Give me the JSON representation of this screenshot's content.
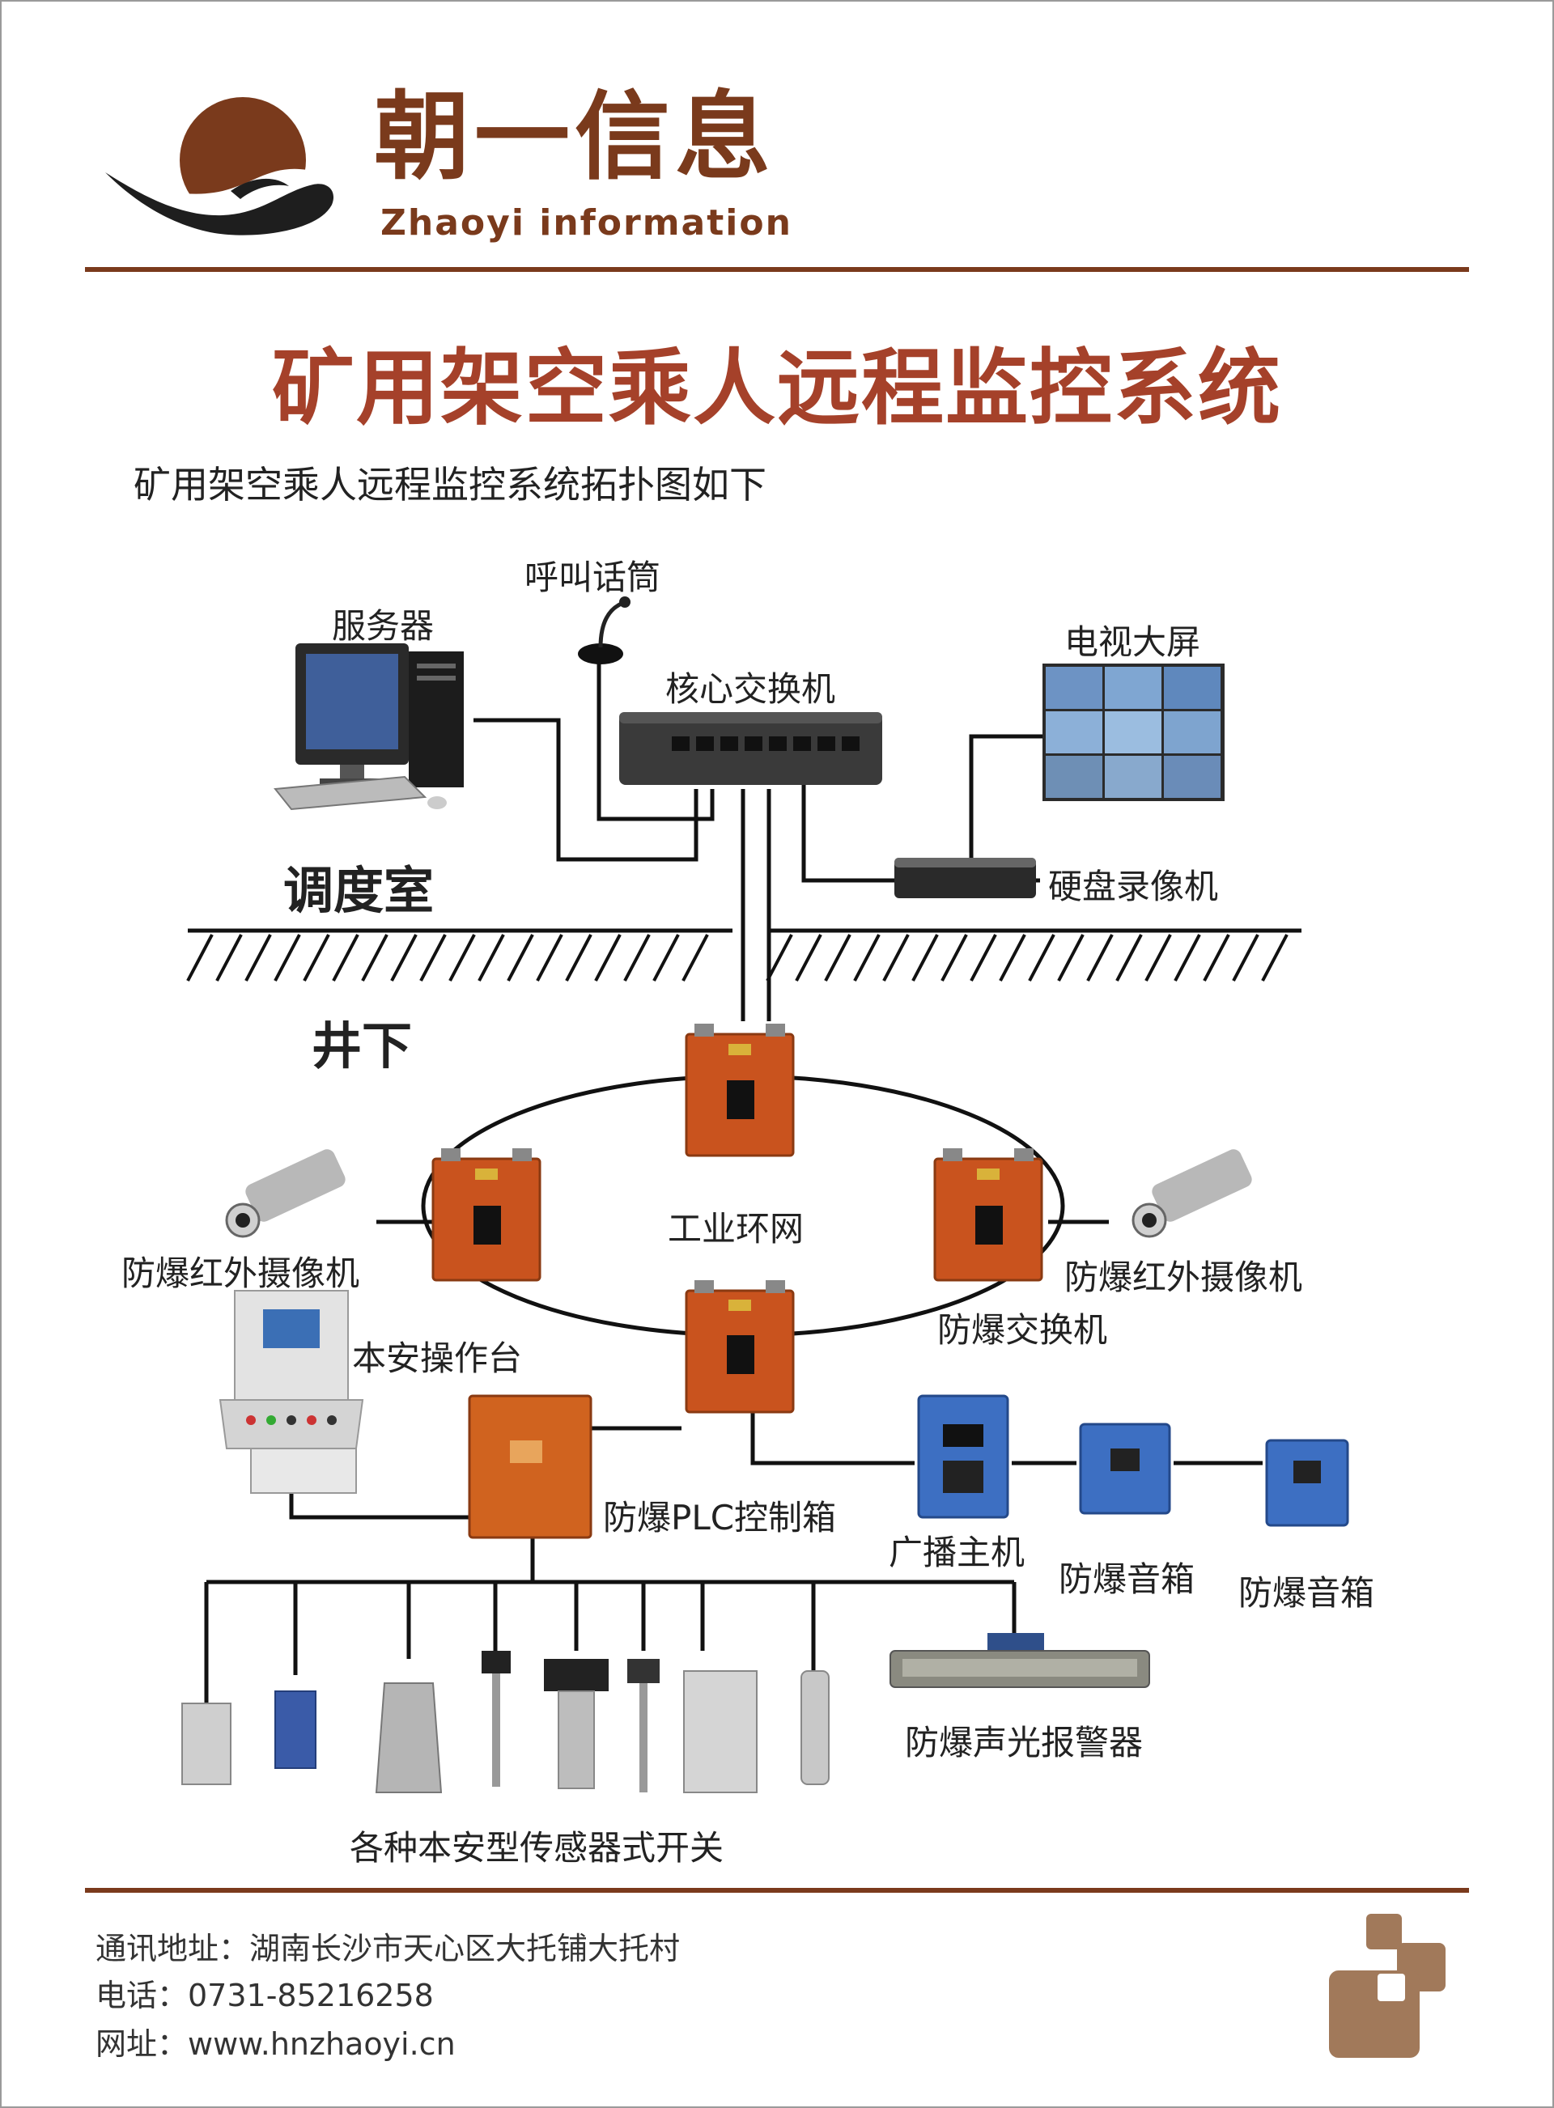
{
  "brand": {
    "name_cn": "朝一信息",
    "name_en": "Zhaoyi information"
  },
  "title": "矿用架空乘人远程监控系统",
  "subtitle": "矿用架空乘人远程监控系统拓扑图如下",
  "zones": {
    "control_room": "调度室",
    "underground": "井下"
  },
  "labels": {
    "microphone": "呼叫话筒",
    "server": "服务器",
    "core_switch": "核心交换机",
    "tv_wall": "电视大屏",
    "nvr": "硬盘录像机",
    "ring_network": "工业环网",
    "camera_left": "防爆红外摄像机",
    "camera_right": "防爆红外摄像机",
    "ex_switch": "防爆交换机",
    "console": "本安操作台",
    "plc_box": "防爆PLC控制箱",
    "broadcast_host": "广播主机",
    "speaker_1": "防爆音箱",
    "speaker_2": "防爆音箱",
    "alarm": "防爆声光报警器",
    "sensors": "各种本安型传感器式开关"
  },
  "footer": {
    "address": "通讯地址：湖南长沙市天心区大托铺大托村",
    "phone": "电话：0731-85216258",
    "website": "网址：www.hnzhaoyi.cn"
  },
  "colors": {
    "brand_brown": "#7a3a1c",
    "title_red": "#a5412a",
    "enclosure_orange": "#c9531e",
    "blue_device": "#3d6fc2",
    "footer_logo": "#a1795a"
  }
}
